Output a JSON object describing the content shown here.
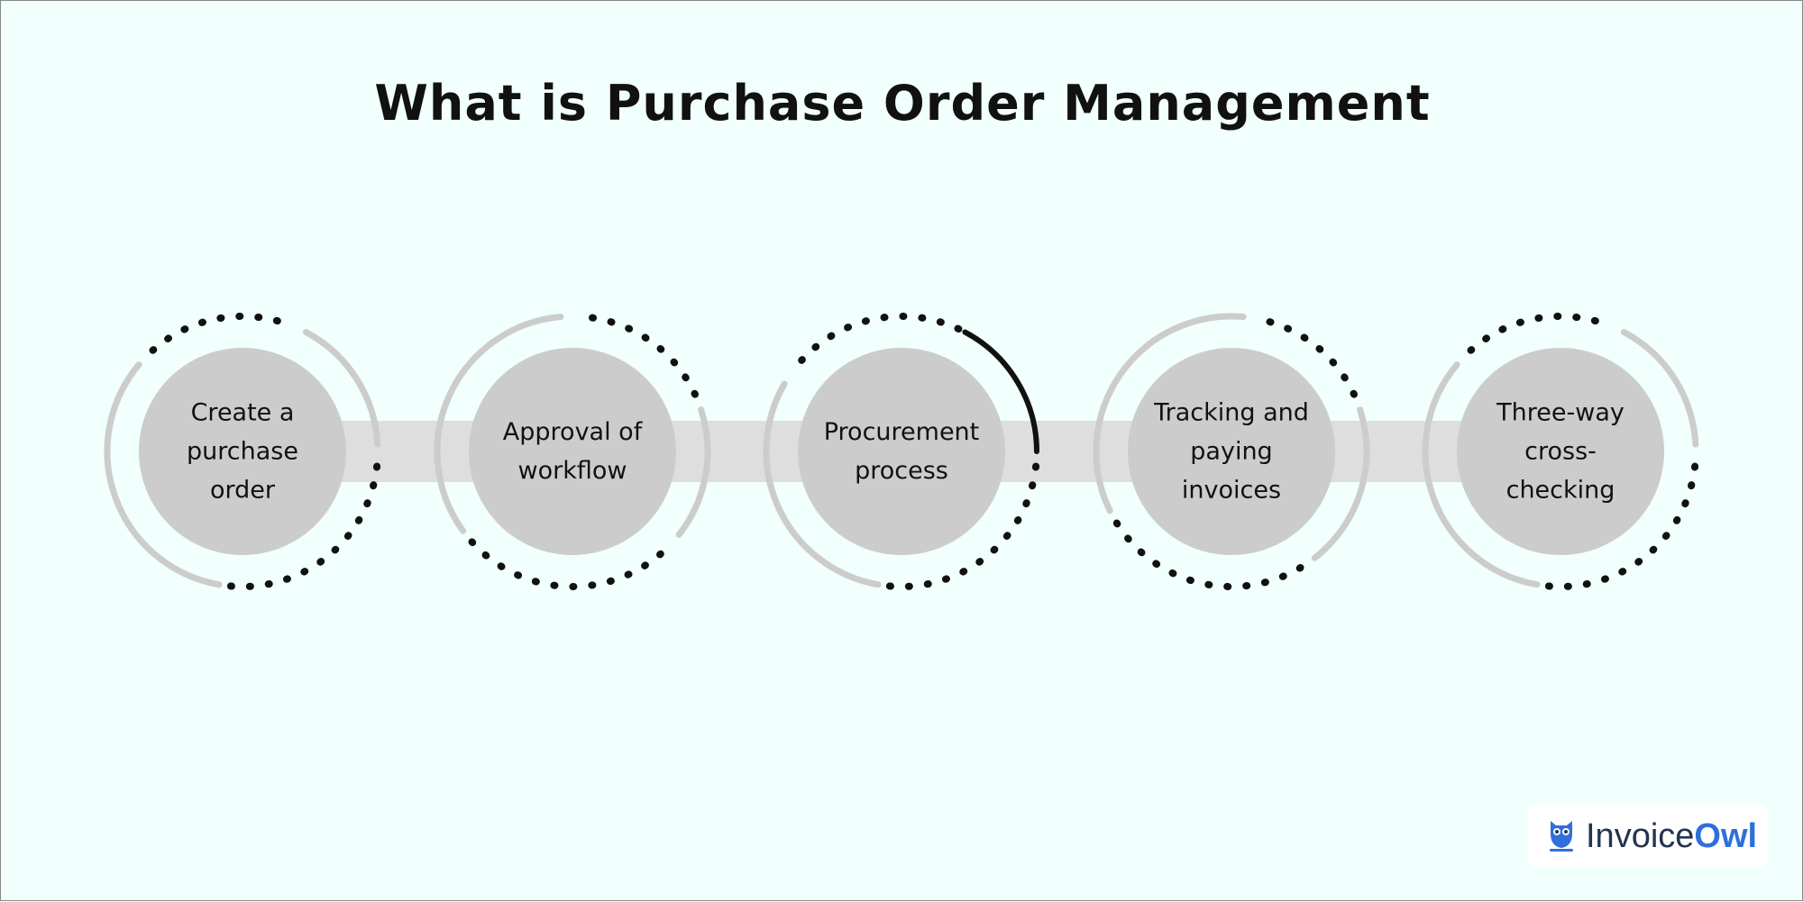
{
  "title": "What is Purchase Order Management",
  "steps": [
    {
      "label": "Create a purchase order"
    },
    {
      "label": "Approval of workflow"
    },
    {
      "label": "Procurement process"
    },
    {
      "label": "Tracking and paying invoices"
    },
    {
      "label": "Three-way cross-checking"
    }
  ],
  "logo": {
    "name_part1": "Invoice",
    "name_part2": "Owl"
  },
  "colors": {
    "background": "#f1fffd",
    "circle": "#cccccc",
    "band": "#dedede",
    "ring_gray": "#cccccc",
    "dots": "#111111",
    "accent": "#2f6fdc"
  }
}
